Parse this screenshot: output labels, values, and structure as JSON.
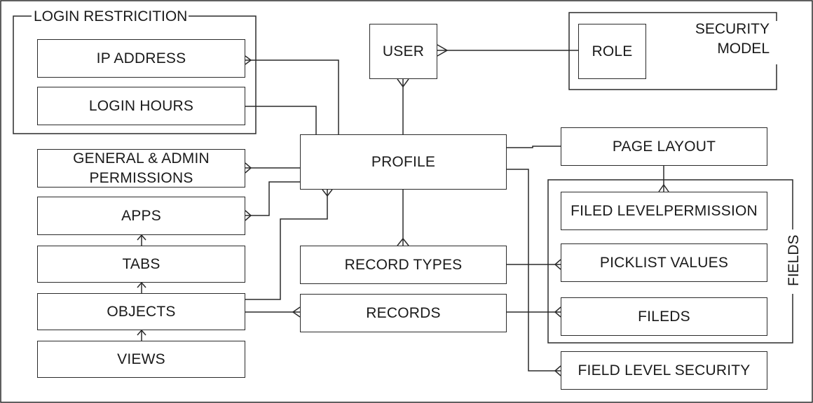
{
  "groups": {
    "login_restriction": "LOGIN RESTRICITION",
    "security_model": "SECURITY\nMODEL",
    "fields": "FIELDS"
  },
  "entities": {
    "ip_address": "IP ADDRESS",
    "login_hours": "LOGIN HOURS",
    "user": "USER",
    "role": "ROLE",
    "general_admin_permissions": "GENERAL & ADMIN\nPERMISSIONS",
    "profile": "PROFILE",
    "page_layout": "PAGE LAYOUT",
    "apps": "APPS",
    "filed_level_permission": "FILED LEVELPERMISSION",
    "tabs": "TABS",
    "record_types": "RECORD TYPES",
    "picklist_values": "PICKLIST VALUES",
    "objects": "OBJECTS",
    "records": "RECORDS",
    "fileds": "FILEDS",
    "views": "VIEWS",
    "field_level_security": "FIELD LEVEL SECURITY"
  },
  "colors": {
    "line": "#2a2a2a",
    "background": "#ffffff"
  }
}
